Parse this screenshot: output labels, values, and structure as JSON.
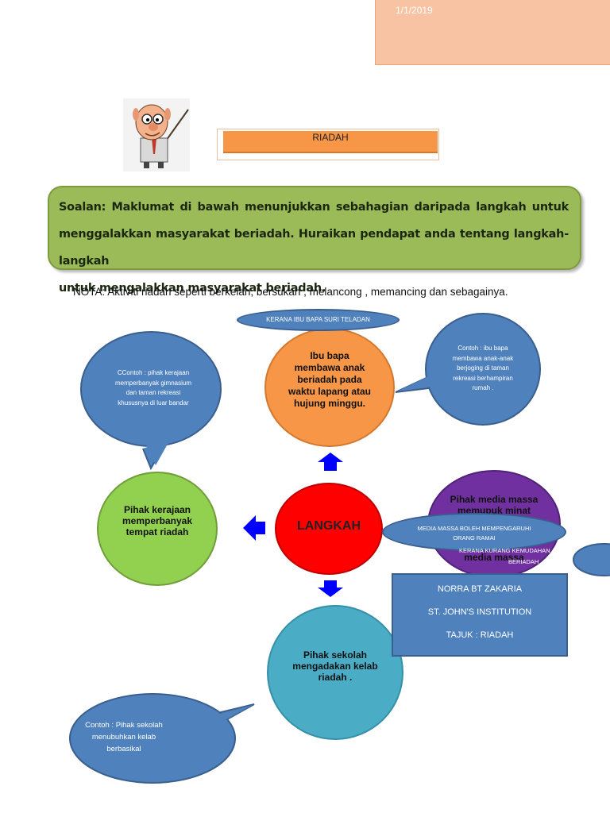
{
  "header": {
    "date": "1/1/2019"
  },
  "title": {
    "label": "RIADAH"
  },
  "question": {
    "line1": "Soalan: Maklumat di bawah menunjukkan sebahagian daripada langkah untuk",
    "line2": "menggalakkan masyarakat beriadah. Huraikan pendapat anda tentang langkah-langkah",
    "line3": "untuk mengalakkan masyarakat beriadah."
  },
  "nota": "NOTA: Aktiviti riadah seperti berkelah, bersukan , melancong , memancing dan sebagainya.",
  "center": {
    "label": "LANGKAH"
  },
  "nodes": {
    "top": {
      "lines": [
        "Ibu bapa",
        "membawa anak",
        "beriadah pada",
        "waktu lapang atau",
        "hujung minggu."
      ]
    },
    "left": {
      "lines": [
        "Pihak kerajaan",
        "memperbanyak",
        "tempat riadah"
      ]
    },
    "right": {
      "lines": [
        "Pihak media massa",
        "memupuk minat",
        "",
        "media massa"
      ]
    },
    "bottom": {
      "lines": [
        "Pihak sekolah",
        "mengadakan kelab",
        "riadah ."
      ]
    }
  },
  "labels": {
    "top_reason": "KERANA IBU BAPA SURI TELADAN",
    "right_reason_1": "MEDIA MASSA  BOLEH  MEMPENGARUHI",
    "right_reason_2": "ORANG RAMAI",
    "right_reason_extra_1": "KERANA KURANG KEMUDAHAN   ADAH",
    "right_reason_extra_2": "BERIADAH"
  },
  "bubbles": {
    "left": [
      "CContoh : pihak kerajaan",
      "memperbanyak  gimnasium",
      "dan taman  rekreasi",
      "khususnya  di luar bandar"
    ],
    "right": [
      "Contoh : ibu bapa",
      "membawa anak-anak",
      "berjoging di  taman",
      "rekreasi berhampiran",
      "rumah ."
    ],
    "bottom": [
      "Contoh :  Pihak sekolah",
      "menubuhkan kelab",
      "berbasikal"
    ]
  },
  "author_box": {
    "name": "NORRA BT ZAKARIA",
    "institution": "ST. JOHN'S INSTITUTION",
    "topic": "TAJUK : RIADAH"
  },
  "colors": {
    "accent_orange": "#f79646",
    "question_green": "#9bbb59",
    "center_red": "#ff0000",
    "left_green": "#92d050",
    "right_purple": "#7030a0",
    "bottom_teal": "#4bacc6",
    "bubble_blue": "#4f81bd",
    "arrow_blue": "#0000ff"
  }
}
